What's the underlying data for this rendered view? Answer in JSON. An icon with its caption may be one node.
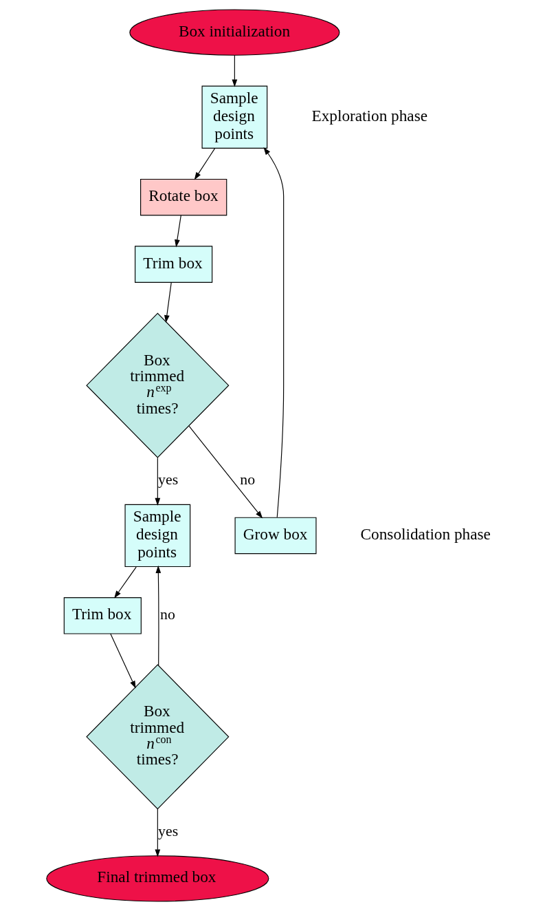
{
  "diagram": {
    "nodes": [
      {
        "text": [
          "Box initialization"
        ]
      },
      {
        "text": [
          "Sample design points"
        ]
      },
      {
        "text": [
          "Rotate box"
        ]
      },
      {
        "text": [
          "Grow box"
        ]
      },
      {
        "text": [
          "Trim box"
        ]
      },
      {
        "text": [
          "Box trimmed *n*$^{exp}$ times?"
        ]
      },
      {
        "text": [
          "Sample design points"
        ]
      },
      {
        "text": [
          "Trim box"
        ]
      },
      {
        "text": [
          "Box trimmed *n*$^{con}$ times?"
        ]
      },
      {
        "text": [
          "Final trimmed box"
        ]
      }
    ],
    "edges": [
      {
        "from": 0,
        "to": 1,
        "arrow": "to"
      },
      {
        "from": 1,
        "to": 2,
        "arrow": "to"
      },
      {
        "from": 2,
        "to": 4,
        "arrow": "to"
      },
      {
        "from": 4,
        "to": 5,
        "arrow": "to"
      },
      {
        "from": 5,
        "to": 3,
        "arrow": "to",
        "label": "no"
      },
      {
        "from": 3,
        "to": 1,
        "arrow": "to"
      },
      {
        "from": 5,
        "to": 6,
        "arrow": "to",
        "label": "yes"
      },
      {
        "from": 6,
        "to": 7,
        "arrow": "to"
      },
      {
        "from": 7,
        "to": 8,
        "arrow": "to"
      },
      {
        "from": 8,
        "to": 6,
        "arrow": "to",
        "label": "no"
      },
      {
        "from": 8,
        "to": 9,
        "arrow": "to",
        "label": "yes"
      }
    ],
    "labels": [
      "Exploration phase",
      "Consolidation phase"
    ]
  }
}
